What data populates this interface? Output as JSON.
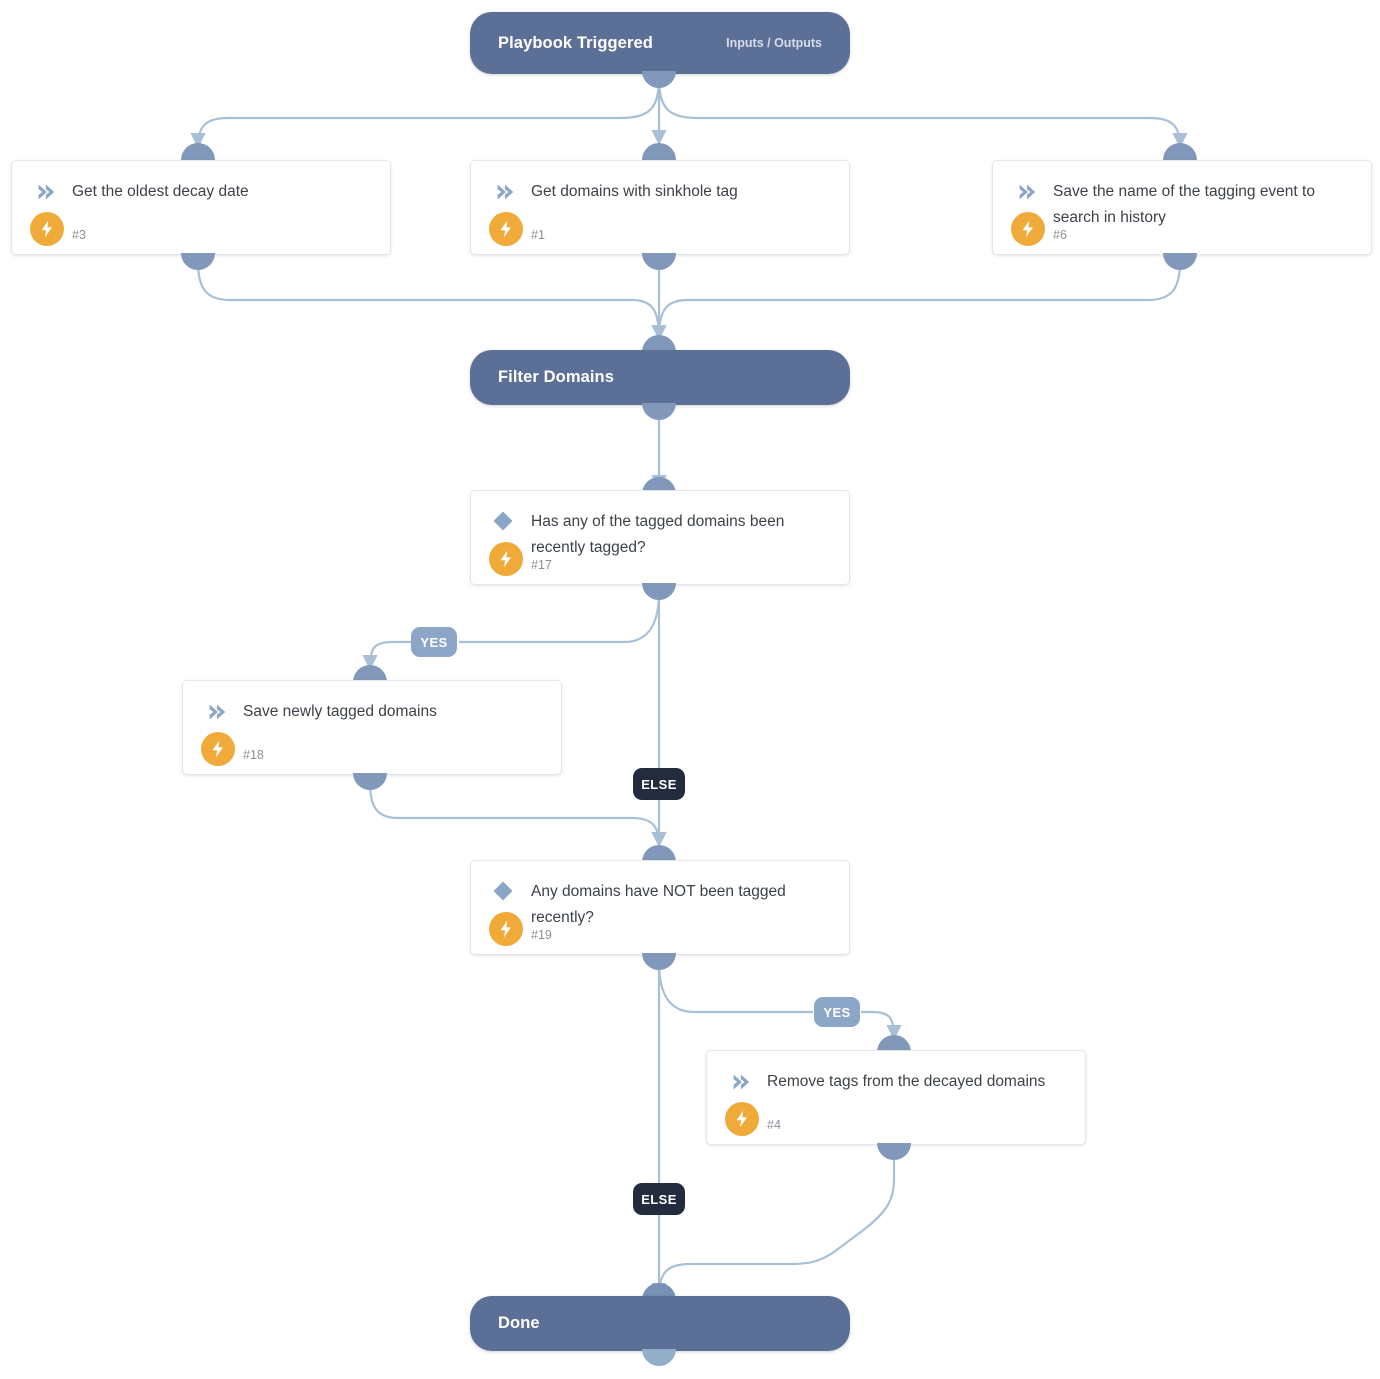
{
  "diagram": {
    "type": "playbook-workflow",
    "title": "Playbook Triggered",
    "edge_color": "#a8c0d6",
    "terminal_color": "#5c6f96",
    "handle_color": "#8198ba",
    "badge_color": "#efaa3a",
    "yes_label_color": "#8ba6c6",
    "else_label_color": "#222c3c"
  },
  "start_node": {
    "title": "Playbook Triggered",
    "sub": "Inputs / Outputs"
  },
  "filter_node": {
    "title": "Filter Domains"
  },
  "end_node": {
    "title": "Done"
  },
  "blocks": [
    {
      "title": "Get the oldest decay date",
      "num": "#3",
      "kind": "action"
    },
    {
      "title": "Get domains with sinkhole tag",
      "num": "#1",
      "kind": "action"
    },
    {
      "title": "Save the name of the tagging event to search in history",
      "num": "#6",
      "kind": "action"
    },
    {
      "title": "Has any of the tagged domains been recently tagged?",
      "num": "#17",
      "kind": "decision"
    },
    {
      "title": "Save newly tagged domains",
      "num": "#18",
      "kind": "action"
    },
    {
      "title": "Any domains have NOT been tagged recently?",
      "num": "#19",
      "kind": "decision"
    },
    {
      "title": "Remove tags from the decayed domains",
      "num": "#4",
      "kind": "action"
    }
  ],
  "edge_labels": {
    "yes_1": "YES",
    "else_1": "ELSE",
    "yes_2": "YES",
    "else_2": "ELSE"
  }
}
